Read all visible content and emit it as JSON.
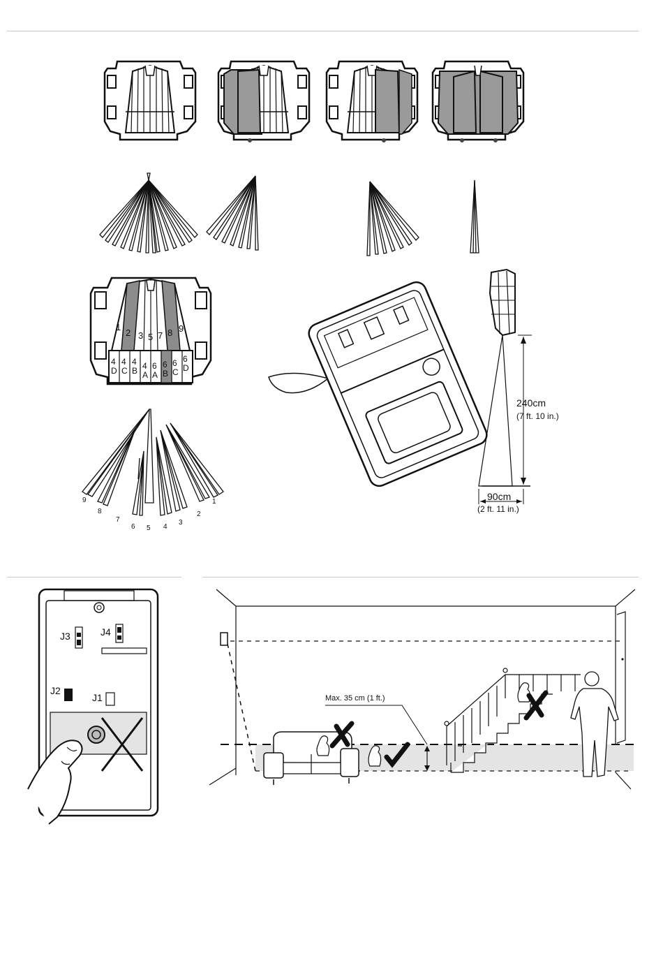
{
  "lens_numbers": [
    "1",
    "2",
    "3",
    "5",
    "7",
    "8",
    "9"
  ],
  "lens_cells": [
    "4\nD",
    "4\nC",
    "4\nB",
    "4\nA",
    "6\nA",
    "6\nB",
    "6\nC",
    "6\nD"
  ],
  "beam_numbers": [
    "9",
    "8",
    "7",
    "6",
    "5",
    "4",
    "3",
    "2",
    "1"
  ],
  "mount": {
    "height_cm": "240cm",
    "height_ft": "(7 ft. 10 in.)",
    "distance_cm": "90cm",
    "distance_ft": "(2 ft. 11 in.)"
  },
  "jumpers": {
    "j1": "J1",
    "j2": "J2",
    "j3": "J3",
    "j4": "J4"
  },
  "room": {
    "max_label": "Max. 35 cm (1 ft.)"
  },
  "colors": {
    "line": "#111111",
    "mask": "#9a9a9a",
    "band": "#e4e4e4",
    "rule": "#c8c8c8"
  }
}
